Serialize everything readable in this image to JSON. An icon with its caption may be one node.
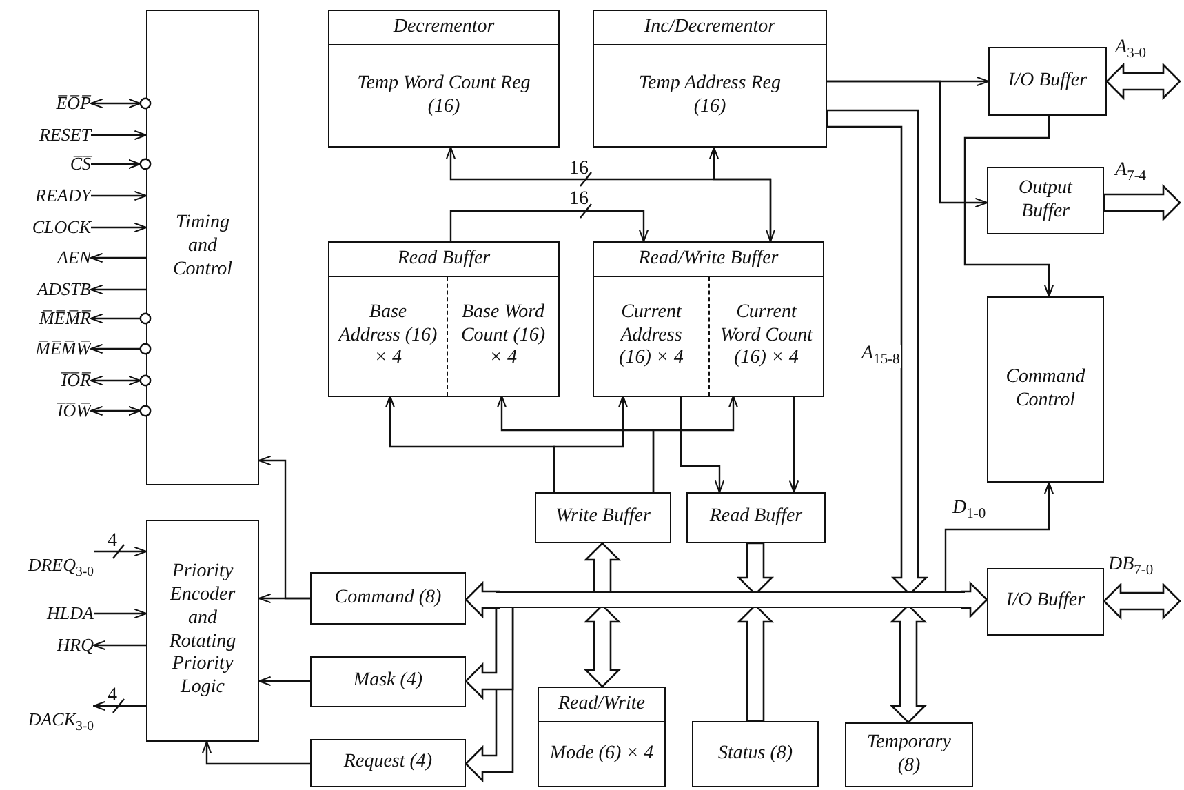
{
  "diagram": {
    "nodes": [
      {
        "text": [
          "Timing and Control"
        ]
      },
      {
        "text": [
          "E̅O̅P̅"
        ]
      },
      {
        "text": [
          "RESET"
        ]
      },
      {
        "text": [
          "C̅S̅"
        ]
      },
      {
        "text": [
          "READY"
        ]
      },
      {
        "text": [
          "CLOCK"
        ]
      },
      {
        "text": [
          "AEN"
        ]
      },
      {
        "text": [
          "ADSTB"
        ]
      },
      {
        "text": [
          "M̅E̅M̅R̅"
        ]
      },
      {
        "text": [
          "M̅E̅M̅W̅"
        ]
      },
      {
        "text": [
          "I̅O̅R̅"
        ]
      },
      {
        "text": [
          "I̅O̅W̅"
        ]
      },
      {
        "text": [
          "Decrementor",
          "Temp Word Count Reg (16)"
        ]
      },
      {
        "text": [
          "Inc/Decrementor",
          "Temp Address Reg (16)"
        ]
      },
      {
        "text": [
          "I/O Buffer"
        ]
      },
      {
        "text": [
          "Output Buffer"
        ]
      },
      {
        "text": [
          "Read Buffer"
        ]
      },
      {
        "text": [
          "Base Address (16) × 4"
        ],
        "in": 16
      },
      {
        "text": [
          "Base Word Count (16) × 4"
        ],
        "in": 16
      },
      {
        "text": [
          "Read/Write Buffer"
        ]
      },
      {
        "text": [
          "Current Address (16) × 4"
        ],
        "in": 19
      },
      {
        "text": [
          "Current Word Count (16) × 4"
        ],
        "in": 19
      },
      {
        "text": [
          "Command Control"
        ]
      },
      {
        "text": [
          "Write Buffer"
        ]
      },
      {
        "text": [
          "Read Buffer"
        ]
      },
      {
        "text": [
          "DREQ$_{3-0}$"
        ]
      },
      {
        "text": [
          "HLDA"
        ]
      },
      {
        "text": [
          "HRQ"
        ]
      },
      {
        "text": [
          "DACK$_{3-0}$"
        ]
      },
      {
        "text": [
          "Priority Encoder and Rotating Priority Logic"
        ]
      },
      {
        "text": [
          "Command (8)"
        ]
      },
      {
        "text": [],
        "shape": "bar"
      },
      {
        "text": [
          "I/O Buffer"
        ]
      },
      {
        "text": [
          "Mask (4)"
        ]
      },
      {
        "text": [
          "Request (4)"
        ]
      },
      {
        "text": [
          "Read/Write",
          "Mode (6) × 4"
        ]
      },
      {
        "text": [
          "Status (8)"
        ]
      },
      {
        "text": [
          "Temporary (8)"
        ]
      }
    ],
    "edges": [
      {
        "from": 1,
        "to": 0,
        "arrow": "both"
      },
      {
        "from": 2,
        "to": 0,
        "arrow": "to"
      },
      {
        "from": 3,
        "to": 0,
        "arrow": "to"
      },
      {
        "from": 4,
        "to": 0,
        "arrow": "to"
      },
      {
        "from": 5,
        "to": 0,
        "arrow": "to"
      },
      {
        "from": 0,
        "to": 6,
        "arrow": "to"
      },
      {
        "from": 0,
        "to": 7,
        "arrow": "to"
      },
      {
        "from": 0,
        "to": 8,
        "arrow": "to"
      },
      {
        "from": 0,
        "to": 9,
        "arrow": "to"
      },
      {
        "from": 10,
        "to": 0,
        "arrow": "both"
      },
      {
        "from": 11,
        "to": 0,
        "arrow": "both"
      },
      {
        "from": 25,
        "to": 29,
        "arrow": "to"
      },
      {
        "from": 26,
        "to": 29,
        "arrow": "to"
      },
      {
        "from": 29,
        "to": 27,
        "arrow": "to"
      },
      {
        "from": 29,
        "to": 28,
        "arrow": "to"
      },
      {
        "from": 30,
        "to": 0,
        "arrow": "to"
      },
      {
        "from": 30,
        "to": 29,
        "arrow": "to"
      },
      {
        "from": 33,
        "to": 29,
        "arrow": "to"
      },
      {
        "from": 34,
        "to": 29,
        "arrow": "to"
      },
      {
        "from": 19,
        "to": 12,
        "arrow": "both"
      },
      {
        "from": 19,
        "to": 13,
        "arrow": "to"
      },
      {
        "from": 16,
        "to": 19,
        "arrow": "to"
      },
      {
        "from": 23,
        "to": 17,
        "arrow": "to"
      },
      {
        "from": 23,
        "to": 20,
        "arrow": "to"
      },
      {
        "from": 23,
        "to": 18,
        "arrow": "to"
      },
      {
        "from": 23,
        "to": 21,
        "arrow": "to"
      },
      {
        "from": 20,
        "to": 24,
        "arrow": "to"
      },
      {
        "from": 21,
        "to": 24,
        "arrow": "to"
      },
      {
        "from": 13,
        "to": 14,
        "arrow": "to"
      },
      {
        "from": 13,
        "to": 15,
        "arrow": "to"
      },
      {
        "from": 14,
        "to": 22,
        "arrow": "to"
      },
      {
        "from": 31,
        "to": 22,
        "arrow": "to",
        "label": "D$_{1-0}$"
      },
      {
        "from": 13,
        "to": 31,
        "arrow": "to",
        "label": "A$_{15-8}$",
        "style": "thick"
      },
      {
        "from": 31,
        "to": 32,
        "arrow": "to",
        "style": "thick"
      },
      {
        "from": 31,
        "to": 30,
        "arrow": "to",
        "style": "thick"
      },
      {
        "from": 31,
        "to": 33,
        "arrow": "to",
        "style": "thick"
      },
      {
        "from": 31,
        "to": 34,
        "arrow": "to",
        "style": "thick"
      },
      {
        "from": 31,
        "to": 23,
        "arrow": "to",
        "style": "thick"
      },
      {
        "from": 24,
        "to": 31,
        "arrow": "to",
        "style": "thick"
      },
      {
        "from": 35,
        "to": 31,
        "arrow": "both",
        "style": "thick"
      },
      {
        "from": 36,
        "to": 31,
        "arrow": "to",
        "style": "thick"
      },
      {
        "from": 37,
        "to": 31,
        "arrow": "both",
        "style": "thick"
      },
      {
        "from": 14,
        "to": null,
        "arrow": "both",
        "label": "A$_{3-0}$",
        "style": "thick"
      },
      {
        "from": 15,
        "to": null,
        "arrow": "to",
        "label": "A$_{7-4}$",
        "style": "thick"
      },
      {
        "from": 32,
        "to": null,
        "arrow": "both",
        "label": "DB$_{7-0}$",
        "style": "thick"
      }
    ],
    "labels": [
      "16",
      "16",
      "4",
      "4"
    ]
  }
}
